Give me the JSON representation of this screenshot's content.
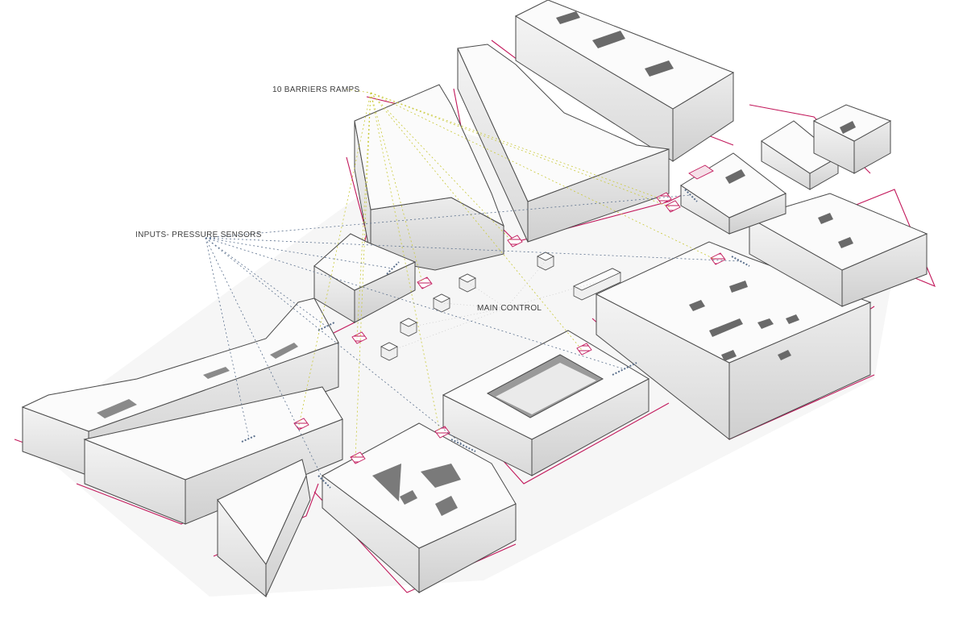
{
  "labels": {
    "barriers": "10 BARRIERS RAMPS",
    "sensors": "INPUTS- PRESSURE SENSORS",
    "control": "MAIN CONTROL"
  },
  "colors": {
    "plot_outline": "#c2185b",
    "barrier_leader": "#c9c93a",
    "sensor_leader": "#5a6f8c",
    "building_edge": "#4a4a4a",
    "shadow": "#dcdcdc"
  },
  "counts": {
    "barrier_ramps": 10
  }
}
